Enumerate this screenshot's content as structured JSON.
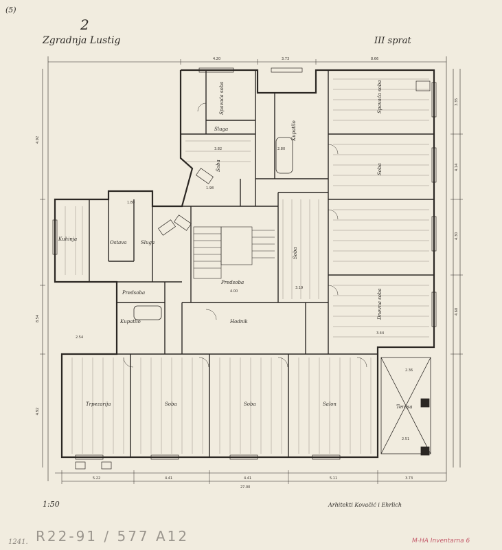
{
  "sheet": {
    "corner_number": "(5)",
    "sheet_number": "2",
    "title": "Zgradnja Lustig",
    "floor": "III sprat",
    "scale": "1:50",
    "architects": "Arhitekti Kovačić i Ehrlich",
    "archive_mark": "R22-91 / 577 A12",
    "catalog_note": "1241.",
    "stamp_text": "M-HA Inventarna 6"
  },
  "rooms": {
    "top_left_bedroom": "Spavaća soba",
    "corridor_upper": "Sluga",
    "small_room": "Soba",
    "bathroom_a": "Kupatilo",
    "kitchen": "Kuhinja",
    "pantry": "Ostava",
    "maid_room": "Sluga",
    "anteroom": "Predsoba",
    "hall": "Predsoba",
    "corridor_mid": "Hodnik",
    "bathroom_b": "Kupatilo",
    "right_room_1": "Spavaća soba",
    "right_room_2": "Soba",
    "right_room_3": "Soba",
    "right_room_4": "Dnevna soba",
    "bottom_room_1": "Trpezarija",
    "bottom_room_2": "Soba",
    "bottom_room_3": "Soba",
    "bottom_room_4": "Salon",
    "terrace": "Terasa"
  },
  "dimensions": {
    "overall_width": "27.00",
    "top_a": "4.20",
    "top_b": "3.73",
    "top_c": "8.66",
    "bottom_a": "5.22",
    "bottom_b": "4.41",
    "bottom_c": "4.41",
    "bottom_d": "5.11",
    "bottom_e": "3.73",
    "left_a": "4.92",
    "left_b": "8.54",
    "left_c": "4.92",
    "right_a": "3.35",
    "right_b": "4.14",
    "right_c": "4.30",
    "right_d": "4.60",
    "misc_1": "3.82",
    "misc_2": "2.80",
    "misc_3": "3.19",
    "misc_4": "1.80",
    "misc_5": "2.54",
    "misc_6": "3.44",
    "misc_7": "2.36",
    "misc_8": "2.51",
    "misc_9": "1.98",
    "misc_10": "4.00"
  }
}
